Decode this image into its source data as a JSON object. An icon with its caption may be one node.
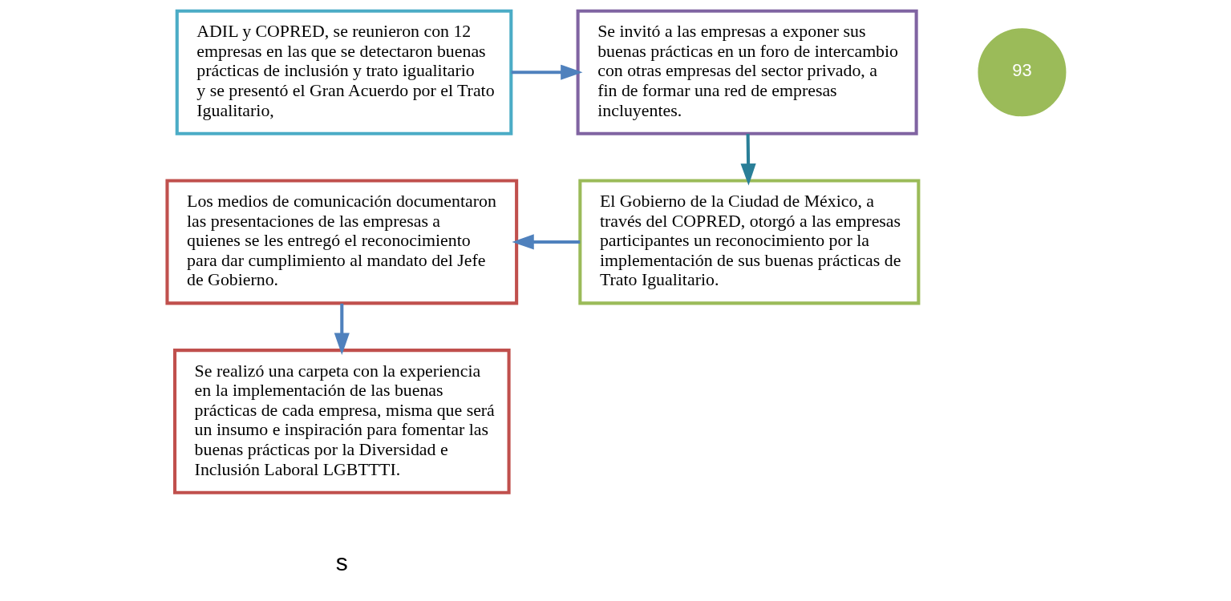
{
  "diagram": {
    "nodes": [
      {
        "text": [
          "ADIL y COPRED, se reunieron con 12 empresas en las que se detectaron buenas prácticas de inclusión y trato igualitario y se presentó el Gran Acuerdo por el Trato Igualitario,"
        ]
      },
      {
        "text": [
          "Se invitó a las empresas a exponer sus buenas prácticas en un foro de intercambio con otras empresas del sector privado, a fin de formar una red de empresas incluyentes."
        ]
      },
      {
        "text": [
          "El Gobierno de la Ciudad de México, a través del COPRED, otorgó a las empresas participantes un reconocimiento por la implementación de sus buenas prácticas de Trato Igualitario."
        ]
      },
      {
        "text": [
          "Los medios de comunicación documentaron las presentaciones de las empresas a quienes se les entregó el reconocimiento para dar cumplimiento al mandato del Jefe de Gobierno."
        ]
      },
      {
        "text": [
          "Se realizó una carpeta con la experiencia en la implementación de las buenas prácticas de cada empresa, misma que será un insumo e inspiración para fomentar las buenas prácticas por la Diversidad e Inclusión Laboral LGBTTTI."
        ]
      },
      {
        "text": [
          "93"
        ]
      }
    ],
    "edges": [
      {
        "from": 0,
        "to": 1,
        "arrow": "to"
      },
      {
        "from": 1,
        "to": 2,
        "arrow": "to",
        "color": "#2a7f98"
      },
      {
        "from": 2,
        "to": 3,
        "arrow": "to"
      },
      {
        "from": 3,
        "to": 4,
        "arrow": "to"
      }
    ],
    "labels": [
      "s"
    ]
  }
}
